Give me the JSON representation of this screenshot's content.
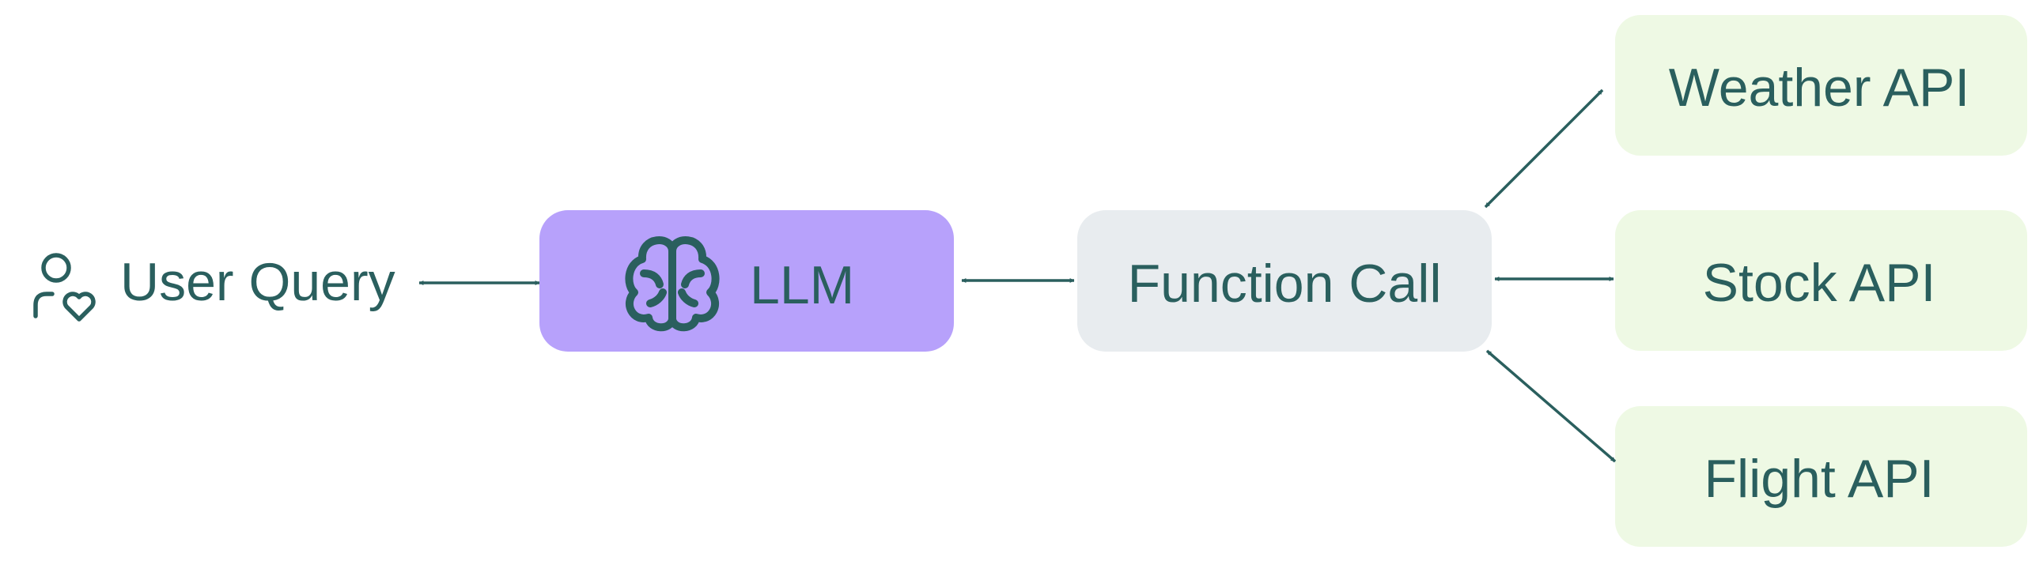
{
  "diagram": {
    "user": {
      "label": "User Query",
      "icon": "user-heart-icon"
    },
    "llm": {
      "label": "LLM",
      "icon": "brain-icon"
    },
    "function_call": {
      "label": "Function Call"
    },
    "apis": {
      "weather": {
        "label": "Weather API"
      },
      "stock": {
        "label": "Stock API"
      },
      "flight": {
        "label": "Flight API"
      }
    },
    "colors": {
      "ink": "#2a5f5e",
      "llm_fill": "#b7a1fb",
      "function_fill": "#e8ecef",
      "api_fill": "#eef9e4"
    }
  }
}
